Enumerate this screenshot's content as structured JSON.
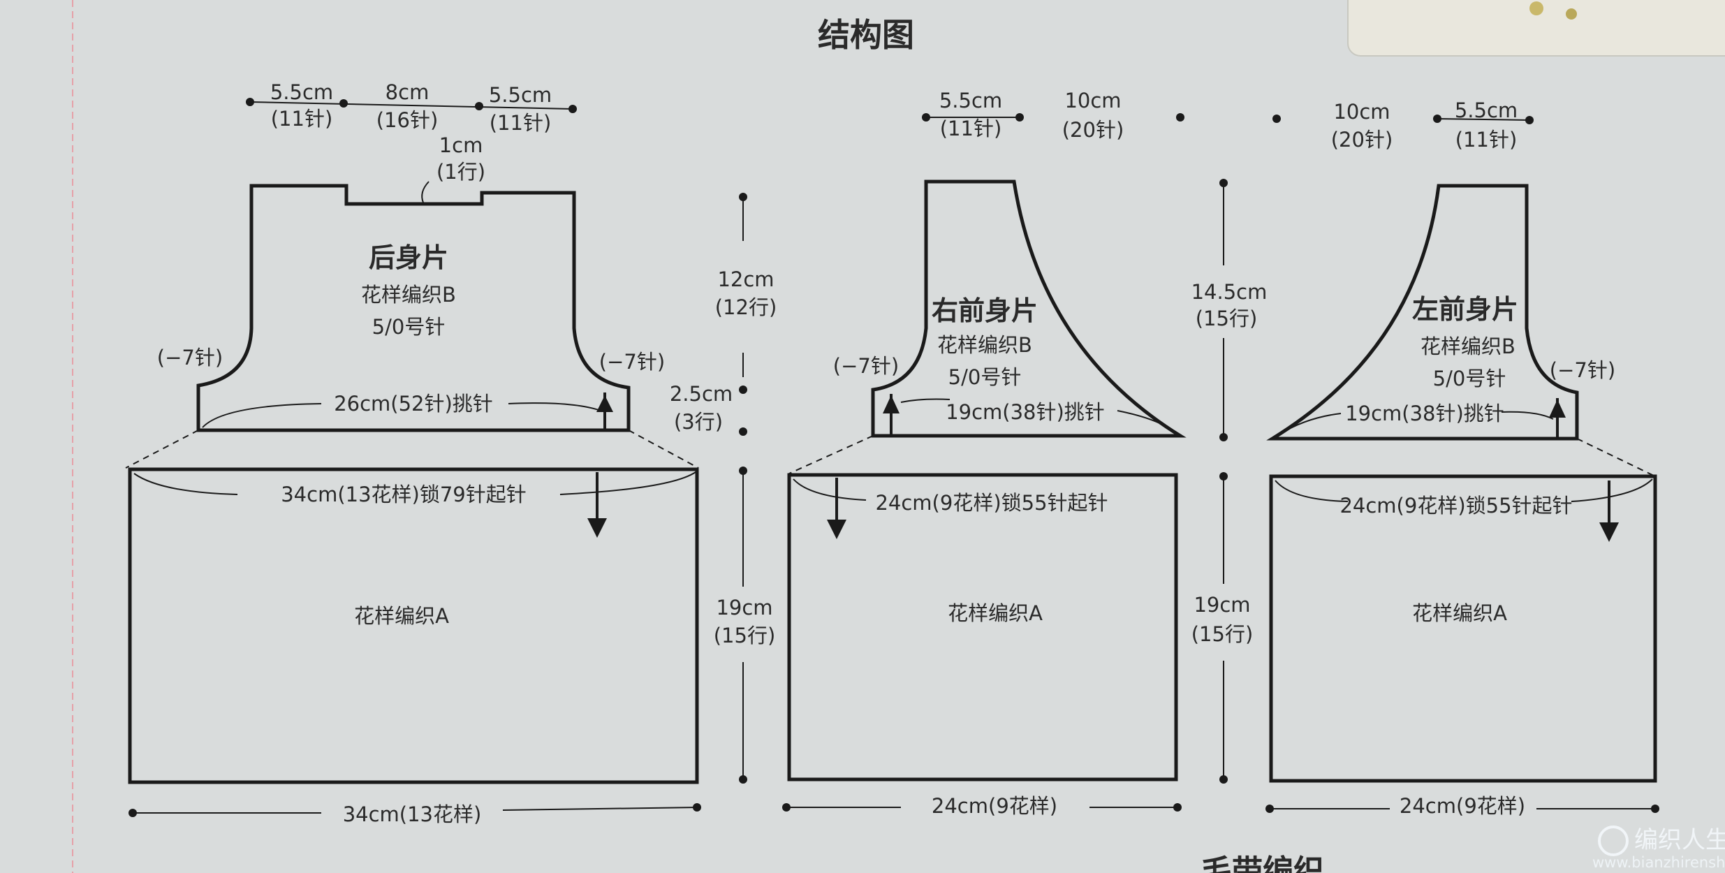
{
  "page": {
    "title": "结构图",
    "bottom_cut_text": "毛带编织",
    "watermark": "编织人生",
    "watermark_url": "www.bianzhirensheng.com"
  },
  "back": {
    "name": "后身片",
    "pattern": "花样编织B",
    "needle": "5/0号针",
    "top_left_w": "5.5cm",
    "top_left_s": "(11针)",
    "top_mid_w": "8cm",
    "top_mid_s": "(16针)",
    "top_right_w": "5.5cm",
    "top_right_s": "(11针)",
    "neck_h": "1cm",
    "neck_r": "(1行)",
    "dec_left": "(−7针)",
    "dec_right": "(−7针)",
    "pickup": "26cm(52针)挑针",
    "start": "34cm(13花样)锁79针起针",
    "pattern_a": "花样编织A",
    "bottom": "34cm(13花样)"
  },
  "mid_dims": {
    "upper_cm": "12cm",
    "upper_rows": "(12行)",
    "yoke_cm": "2.5cm",
    "yoke_rows": "(3行)",
    "lower_cm": "19cm",
    "lower_rows": "(15行)"
  },
  "right_front": {
    "name": "右前身片",
    "pattern": "花样编织B",
    "needle": "5/0号针",
    "top_a_w": "5.5cm",
    "top_a_s": "(11针)",
    "top_b_w": "10cm",
    "top_b_s": "(20针)",
    "dec": "(−7针)",
    "pickup": "19cm(38针)挑针",
    "start": "24cm(9花样)锁55针起针",
    "pattern_a": "花样编织A",
    "bottom": "24cm(9花样)"
  },
  "right_dims": {
    "upper_cm": "14.5cm",
    "upper_rows": "(15行)",
    "lower_cm": "19cm",
    "lower_rows": "(15行)"
  },
  "left_front": {
    "name": "左前身片",
    "pattern": "花样编织B",
    "needle": "5/0号针",
    "top_a_w": "10cm",
    "top_a_s": "(20针)",
    "top_b_w": "5.5cm",
    "top_b_s": "(11针)",
    "dec": "(−7针)",
    "pickup": "19cm(38针)挑针",
    "start": "24cm(9花样)锁55针起针",
    "pattern_a": "花样编织A",
    "bottom": "24cm(9花样)"
  },
  "colors": {
    "paper": "#d9dcdc",
    "ink": "#1a1a1a",
    "margin_line": "#e6a0a8"
  }
}
